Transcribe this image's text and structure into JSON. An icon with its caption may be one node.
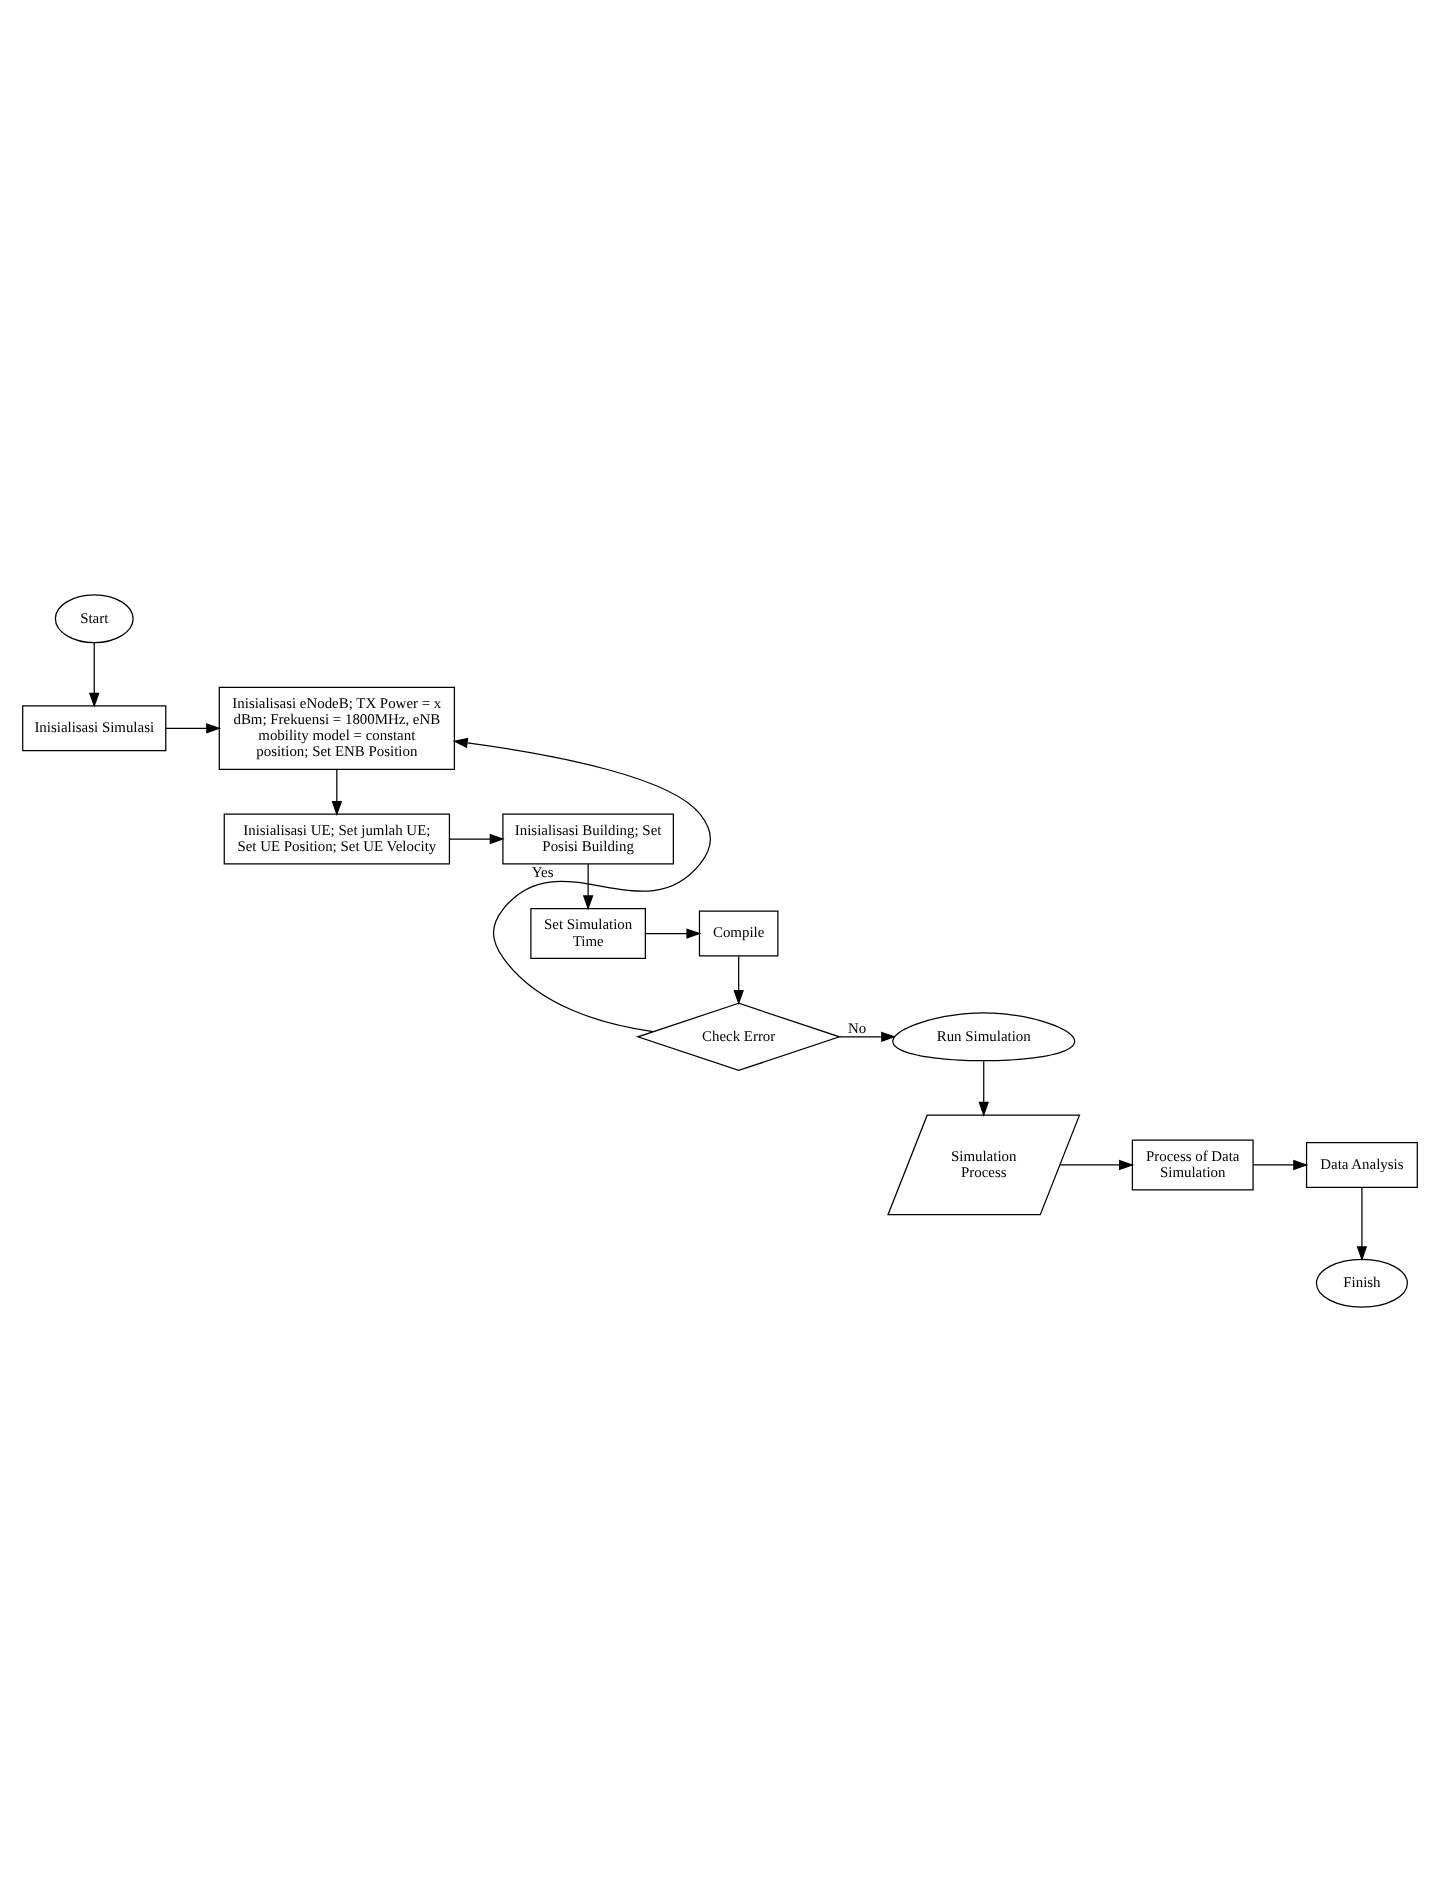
{
  "diagram": {
    "nodes": [
      {
        "text": [
          "Start"
        ]
      },
      {
        "text": [
          "Inisialisasi Simulasi"
        ]
      },
      {
        "text": [
          "Inisialisasi eNodeB; TX Power = x dBm; Frekuensi = 1800MHz, eNB mobility model = constant position; Set ENB Position"
        ]
      },
      {
        "text": [
          "Inisialisasi UE; Set jumlah UE; Set UE Position; Set UE Velocity"
        ]
      },
      {
        "text": [
          "Inisialisasi Building; Set Posisi Building"
        ]
      },
      {
        "text": [
          "Set Simulation Time"
        ]
      },
      {
        "text": [
          "Compile"
        ]
      },
      {
        "text": [
          "Check Error"
        ]
      },
      {
        "text": [
          "Run Simulation"
        ]
      },
      {
        "text": [
          "Simulation Process"
        ]
      },
      {
        "text": [
          "Process of Data Simulation"
        ]
      },
      {
        "text": [
          "Data Analysis"
        ]
      },
      {
        "text": [
          "Finish"
        ]
      }
    ],
    "edges": [
      {
        "from": 0,
        "to": 1,
        "arrow": "to"
      },
      {
        "from": 1,
        "to": 2,
        "arrow": "to"
      },
      {
        "from": 2,
        "to": 3,
        "arrow": "to"
      },
      {
        "from": 3,
        "to": 4,
        "arrow": "to"
      },
      {
        "from": 4,
        "to": 5,
        "arrow": "to"
      },
      {
        "from": 5,
        "to": 6,
        "arrow": "to"
      },
      {
        "from": 6,
        "to": 7,
        "arrow": "to"
      },
      {
        "from": 7,
        "to": 8,
        "label": "No",
        "arrow": "to"
      },
      {
        "from": 7,
        "to": 2,
        "label": "Yes",
        "arrow": "to"
      },
      {
        "from": 8,
        "to": 9,
        "arrow": "to"
      },
      {
        "from": 9,
        "to": 10,
        "arrow": "to"
      },
      {
        "from": 10,
        "to": 11,
        "arrow": "to"
      },
      {
        "from": 11,
        "to": 12,
        "arrow": "to"
      }
    ]
  }
}
